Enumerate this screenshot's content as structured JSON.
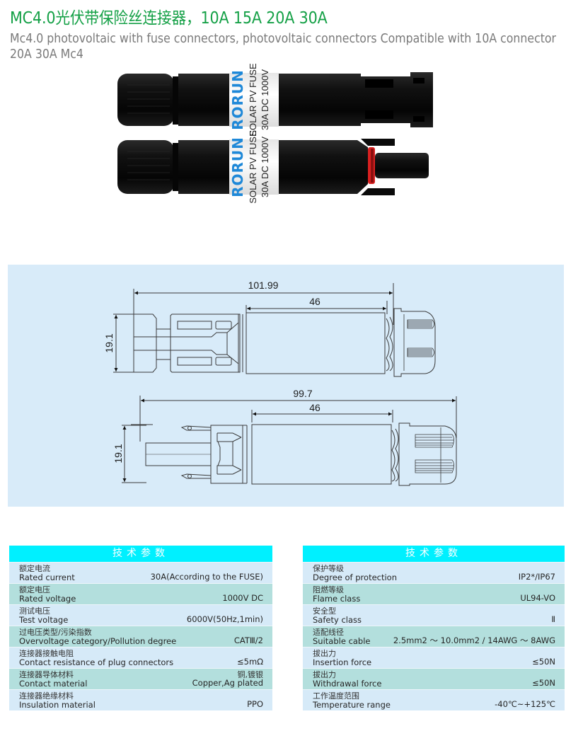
{
  "header": {
    "title": "MC4.0光伏带保险丝连接器，10A 15A 20A 30A",
    "subtitle": "Mc4.0 photovoltaic with fuse connectors, photovoltaic connectors Compatible with 10A connector 20A 30A Mc4"
  },
  "photo": {
    "label_brand": "RORUN",
    "label_line1": "SOLAR PV FUSE",
    "label_line2": "30A DC 1000V",
    "colors": {
      "body": "#0d0d0d",
      "label": "#f4f4f4",
      "brand": "#1e88d8",
      "seal": "#e02020"
    }
  },
  "diagram": {
    "background": "#d8ebf9",
    "top_view": {
      "overall_length": "101.99",
      "fuse_length": "46",
      "height": "19.1"
    },
    "bottom_view": {
      "overall_length": "99.7",
      "fuse_length": "46",
      "height": "19.1"
    }
  },
  "spec_left": {
    "header": "技术参数",
    "rows": [
      {
        "cn": "额定电流",
        "en": "Rated current",
        "value": "30A(According to the FUSE)"
      },
      {
        "cn": "额定电压",
        "en": "Rated voltage",
        "value": "1000V DC"
      },
      {
        "cn": "测试电压",
        "en": "Test voltage",
        "value": "6000V(50Hz,1min)"
      },
      {
        "cn": "过电压类型/污染指数",
        "en": "Overvoltage category/Pollution degree",
        "value": "CATⅢ/2"
      },
      {
        "cn": "连接器接触电阻",
        "en": "Contact resistance of plug connectors",
        "value": "≤5mΩ"
      },
      {
        "cn": "连接器导体材料",
        "en": "Contact material",
        "value_cn": "铜,镀银",
        "value": "Copper,Ag plated"
      },
      {
        "cn": "连接器绝缘材料",
        "en": "Insulation material",
        "value": "PPO"
      }
    ]
  },
  "spec_right": {
    "header": "技术参数",
    "rows": [
      {
        "cn": "保护等级",
        "en": "Degree of protection",
        "value": "IP2*/IP67"
      },
      {
        "cn": "阻燃等级",
        "en": "Flame class",
        "value": "UL94-VO"
      },
      {
        "cn": "安全型",
        "en": "Safety class",
        "value": "Ⅱ"
      },
      {
        "cn": "适配线径",
        "en": "Suitable cable",
        "value": "2.5mm2 ～ 10.0mm2 / 14AWG ～ 8AWG"
      },
      {
        "cn": "拔出力",
        "en": "Insertion force",
        "value": "≤50N"
      },
      {
        "cn": "拔出力",
        "en": "Withdrawal force",
        "value": "≤50N"
      },
      {
        "cn": "工作温度范围",
        "en": "Temperature range",
        "value": "-40℃~+125℃"
      }
    ]
  },
  "colors": {
    "title": "#14a046",
    "subtitle": "#7a7a7a",
    "table_header": "#00f0ff",
    "row_light": "#d6eaf8",
    "row_dark": "#b3dfdd"
  }
}
